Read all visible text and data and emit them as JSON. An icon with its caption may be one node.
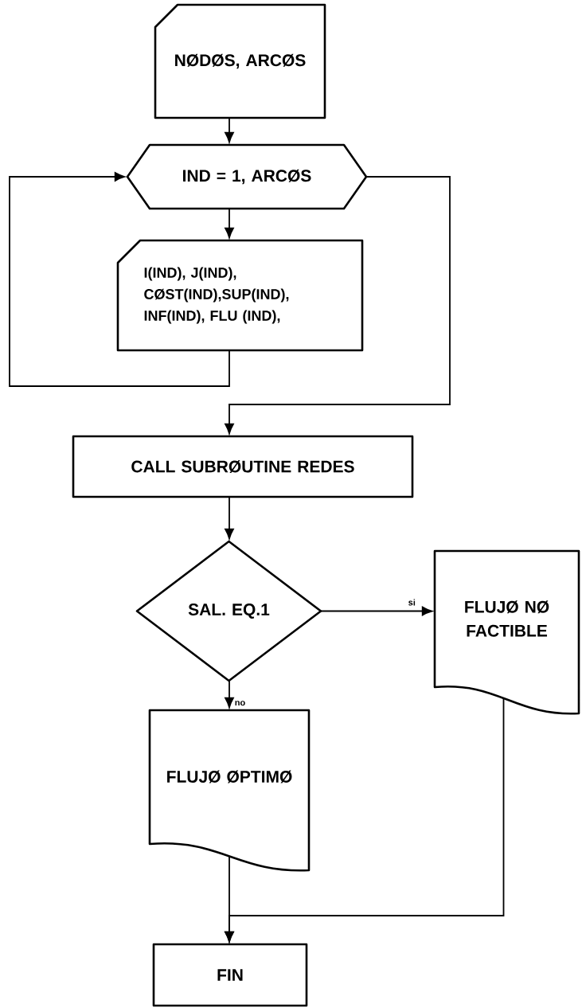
{
  "diagram": {
    "nodes": [
      {
        "text": [
          "NØDØS, ARCØS"
        ]
      },
      {
        "text": [
          "IND = 1, ARCØS"
        ]
      },
      {
        "text": [
          "I(IND), J(IND), CØST(IND),SUP(IND), INF(IND), FLU (IND),"
        ]
      },
      {
        "text": [
          "CALL SUBRØUTINE REDES"
        ]
      },
      {
        "text": [
          "SAL. EQ.1"
        ]
      },
      {
        "text": [
          "FLUJØ NØ FACTIBLE"
        ]
      },
      {
        "text": [
          "FLUJØ ØPTIMØ"
        ]
      },
      {
        "text": [
          "FIN"
        ]
      }
    ],
    "edges": [
      {
        "from": 0,
        "to": 1,
        "arrow": "to"
      },
      {
        "from": 1,
        "to": 2,
        "arrow": "to"
      },
      {
        "from": 2,
        "to": 1,
        "arrow": "to"
      },
      {
        "from": 1,
        "to": 3,
        "arrow": "to"
      },
      {
        "from": 3,
        "to": 4,
        "arrow": "to"
      },
      {
        "from": 4,
        "to": 5,
        "arrow": "to",
        "label": "si"
      },
      {
        "from": 4,
        "to": 6,
        "arrow": "to",
        "label": "no"
      },
      {
        "from": 6,
        "to": 7,
        "arrow": "to"
      },
      {
        "from": 5,
        "to": 7,
        "arrow": "to"
      }
    ]
  }
}
